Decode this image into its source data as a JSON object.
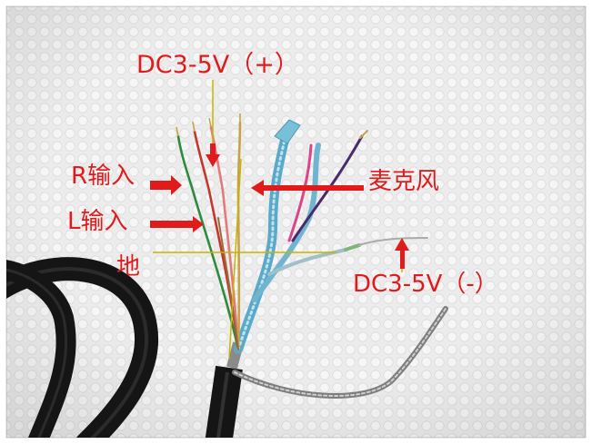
{
  "labels": {
    "dc_positive": "DC3-5V（+）",
    "r_input": "R输入",
    "l_input": "L输入",
    "ground": "地",
    "microphone": "麦克风",
    "dc_negative": "DC3-5V（-）"
  },
  "colors": {
    "label_text": "#e11b1b",
    "arrow": "#e11b1b",
    "pointer_line": "#c8b400",
    "background_foam": "#ececec",
    "cable_jacket": "#1a1a1a",
    "shield_blue": "#5aa9c9",
    "wire_green": "#2e8b3e",
    "wire_red": "#c0392b",
    "wire_pink": "#d9468a",
    "wire_purple": "#4b2a6b",
    "wire_copper": "#c8a24a",
    "ground_braid": "#9a9a9a"
  }
}
